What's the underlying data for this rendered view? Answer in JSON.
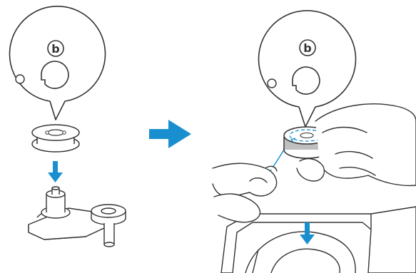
{
  "figure": {
    "steps": [
      {
        "callout_label": "b",
        "arrow": "down"
      },
      {
        "callout_label": "b",
        "arrow": "down"
      }
    ],
    "transition_arrow": "right",
    "colors": {
      "line": "#333333",
      "accent": "#1a8fd0",
      "callout_fill": "#ffffff",
      "spool_grey": "#bfbfbf"
    },
    "icons": [
      "bobbin-callout",
      "bobbin",
      "bobbin-winder-shaft",
      "hand",
      "bobbin-case",
      "arrow-down",
      "arrow-right"
    ]
  }
}
